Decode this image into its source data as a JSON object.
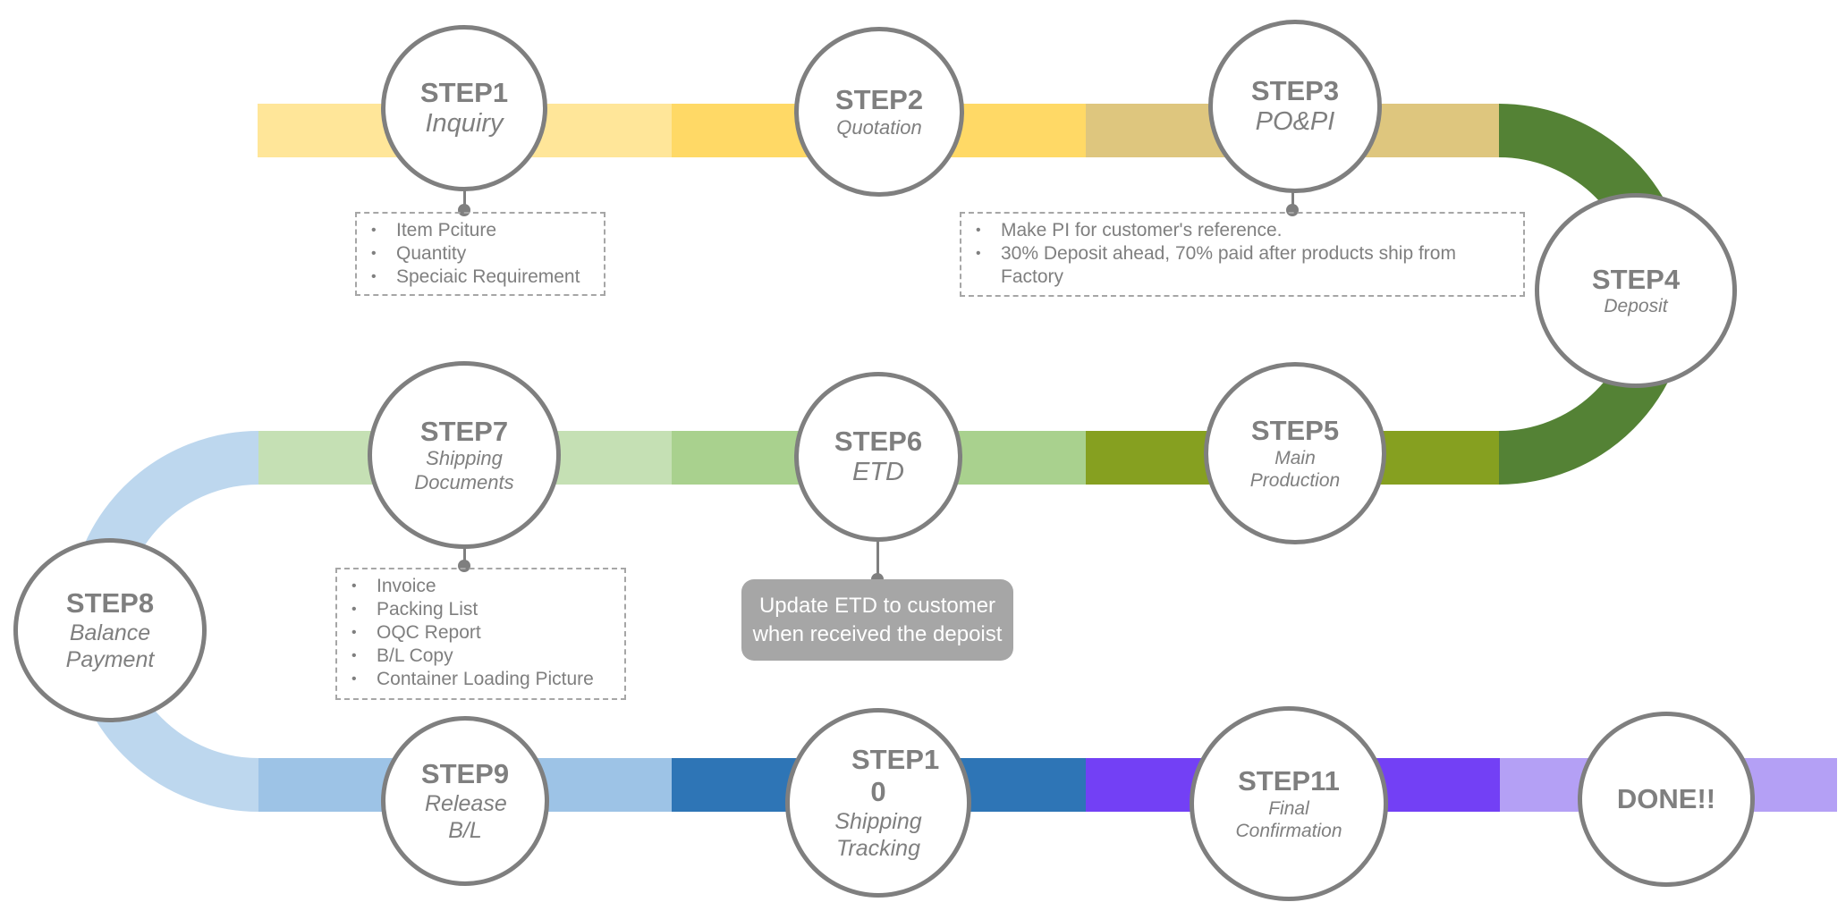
{
  "steps": [
    {
      "num": "STEP1",
      "label": "Inquiry"
    },
    {
      "num": "STEP2",
      "label": "Quotation"
    },
    {
      "num": "STEP3",
      "label": "PO&PI"
    },
    {
      "num": "STEP4",
      "label": "Deposit"
    },
    {
      "num": "STEP5",
      "label": "Main Production"
    },
    {
      "num": "STEP6",
      "label": "ETD"
    },
    {
      "num": "STEP7",
      "label": "Shipping Documents"
    },
    {
      "num": "STEP8",
      "label": "Balance Payment"
    },
    {
      "num": "STEP9",
      "label": "Release B/L"
    },
    {
      "num": "STEP1 0",
      "label": "Shipping Tracking"
    },
    {
      "num": "STEP11",
      "label": "Final Confirmation"
    },
    {
      "num": "DONE!!",
      "label": ""
    }
  ],
  "notes": {
    "step1": [
      "Item Pciture",
      "Quantity",
      "Speciaic Requirement"
    ],
    "step3": [
      "Make PI for customer's reference.",
      "30% Deposit ahead, 70% paid after products ship from Factory"
    ],
    "step6": "Update ETD to customer when received the depoist",
    "step7": [
      "Invoice",
      "Packing List",
      "OQC Report",
      "B/L Copy",
      "Container Loading Picture"
    ]
  },
  "colors": {
    "row1": [
      "#FFE699",
      "#FFD966",
      "#DEC67E"
    ],
    "turn_right": "#548235",
    "row2": [
      "#C5E0B4",
      "#A9D18E",
      "#86A020"
    ],
    "turn_left": "#BDD7EE",
    "row3": [
      "#9DC3E6",
      "#2E75B6",
      "#7340F5",
      "#B4A0F5"
    ],
    "circle_border": "#7F7F7F",
    "text": "#7F7F7F",
    "callout_fill": "#A6A6A6"
  }
}
